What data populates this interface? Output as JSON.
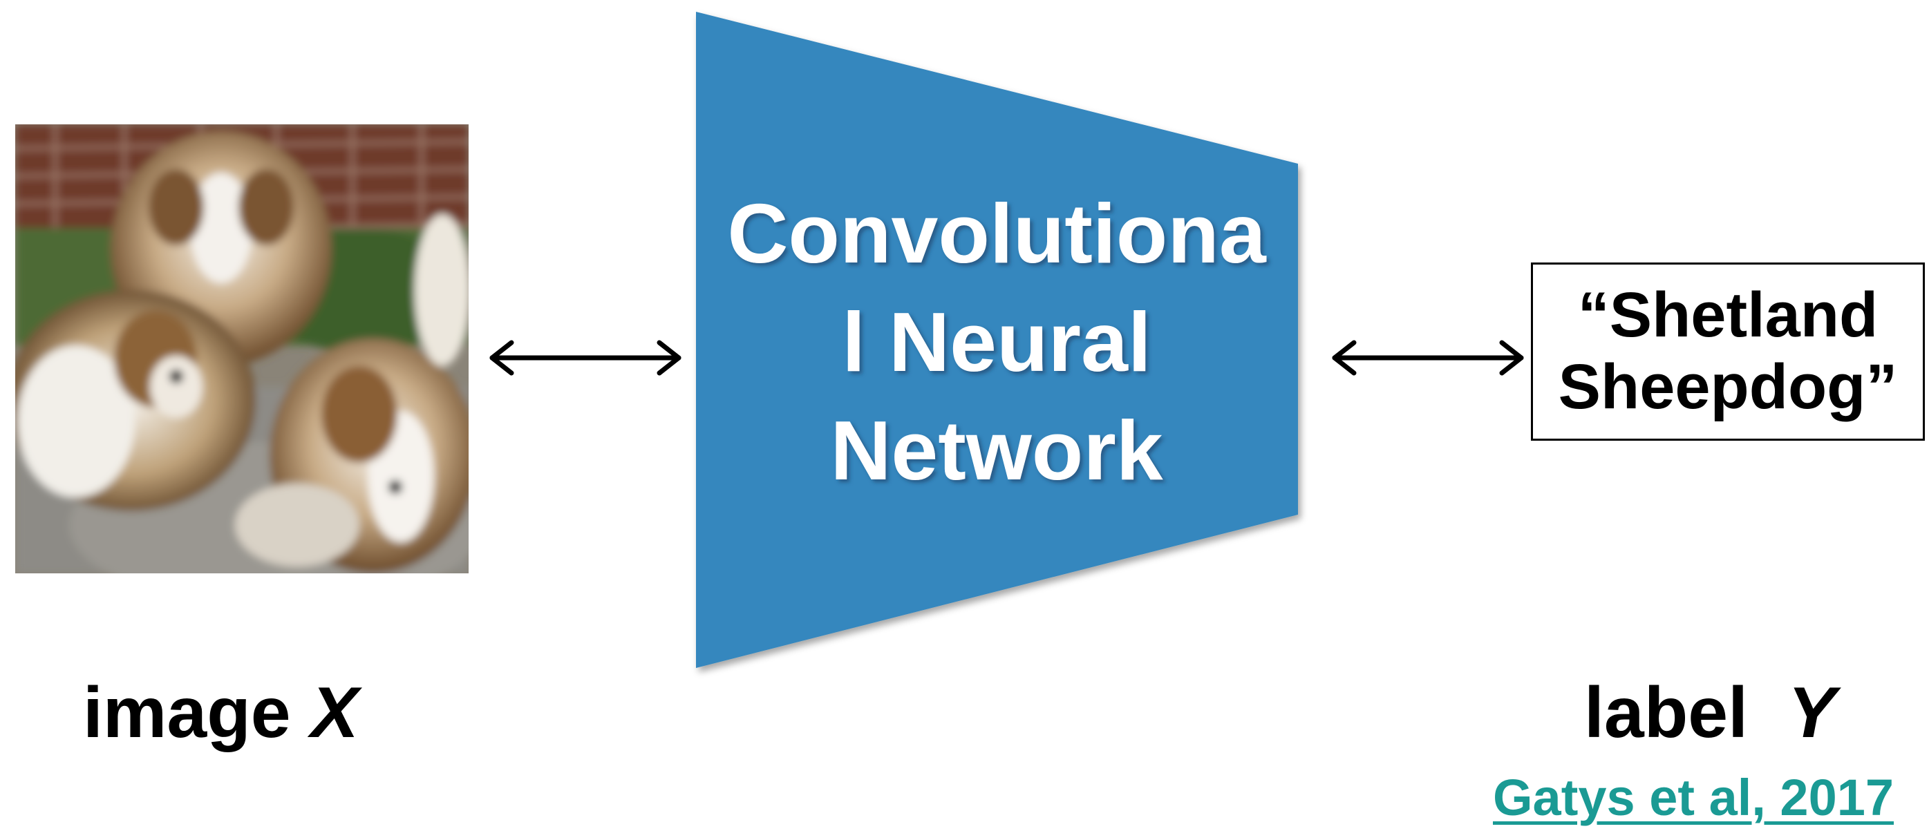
{
  "diagram": {
    "network": {
      "lines": [
        "Convolutiona",
        "l Neural",
        "Network"
      ],
      "fill_color": "#3587be",
      "text_color": "#ffffff"
    },
    "input": {
      "photo_alt": "Three Shetland Sheepdogs in front of a brick wall",
      "caption_word": "image",
      "caption_var": "X"
    },
    "output": {
      "label_lines": [
        "“Shetland",
        "Sheepdog”"
      ],
      "caption_word": "label",
      "caption_var": "Y"
    },
    "arrows": {
      "style": "double-headed",
      "color": "#000000"
    },
    "citation": {
      "text": "Gatys et al, 2017",
      "color": "#1a9a94"
    }
  }
}
